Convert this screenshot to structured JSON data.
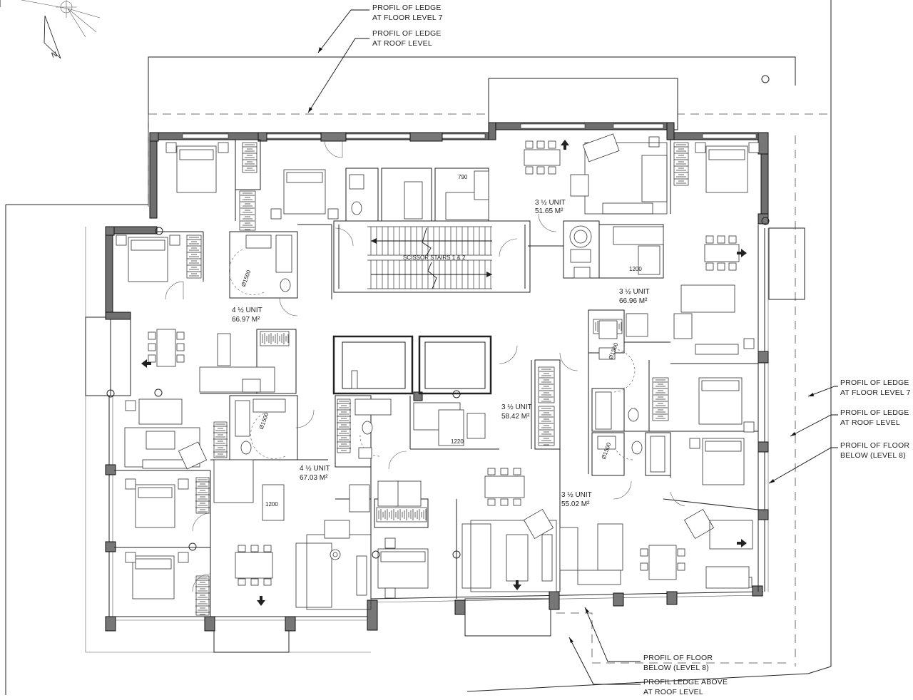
{
  "notes": {
    "ledge_floor7_top": [
      "PROFIL OF LEDGE",
      "AT FLOOR LEVEL 7"
    ],
    "ledge_roof_top": [
      "PROFIL OF LEDGE",
      "AT ROOF LEVEL"
    ],
    "ledge_floor7_right": [
      "PROFIL OF LEDGE",
      "AT FLOOR LEVEL 7"
    ],
    "ledge_roof_right": [
      "PROFIL OF LEDGE",
      "AT ROOF LEVEL"
    ],
    "floor_below_right": [
      "PROFIL OF FLOOR",
      "BELOW (LEVEL 8)"
    ],
    "floor_below_bottom": [
      "PROFIL OF FLOOR",
      "BELOW (LEVEL 8)"
    ],
    "ledge_above_bottom": [
      "PROFIL LEDGE ABOVE",
      "AT ROOF LEVEL"
    ]
  },
  "stairs_label": "SCISSOR STAIRS 1 & 2",
  "north_label": "N",
  "units": [
    {
      "type": "3 ½ UNIT",
      "area": "51.65 M²"
    },
    {
      "type": "3 ½ UNIT",
      "area": "66.96 M²"
    },
    {
      "type": "4 ½ UNIT",
      "area": "66.97 M²"
    },
    {
      "type": "3 ½ UNIT",
      "area": "58.42 M²"
    },
    {
      "type": "4 ½ UNIT",
      "area": "67.03 M²"
    },
    {
      "type": "3 ½ UNIT",
      "area": "55.02 M²"
    }
  ],
  "tags": {
    "t790": "790",
    "t1220": "1220",
    "t1500": "Ø1500",
    "t1200": "1200"
  }
}
